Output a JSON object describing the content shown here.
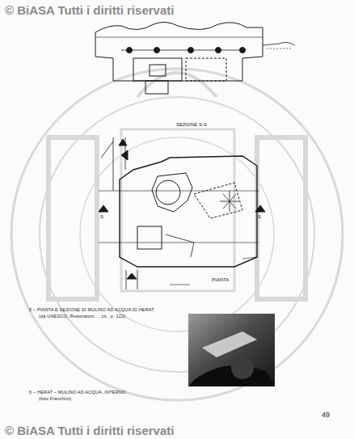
{
  "diagram": {
    "labels": [
      "© BiASA Tutti i diritti riservati",
      "SEZIONE S-S",
      "S",
      "S",
      "PIANTA",
      "5 – PIANTA E SEZIONE DI MULINO AD ACQUA DI HERAT",
      "(da UNESCO, Restoration..., cit., p. 122)",
      "6 – HERAT – MULINO AD ACQUA, INTERNO",
      "(foto Franchini)",
      "49",
      "© BiASA Tutti i diritti riservati"
    ]
  }
}
